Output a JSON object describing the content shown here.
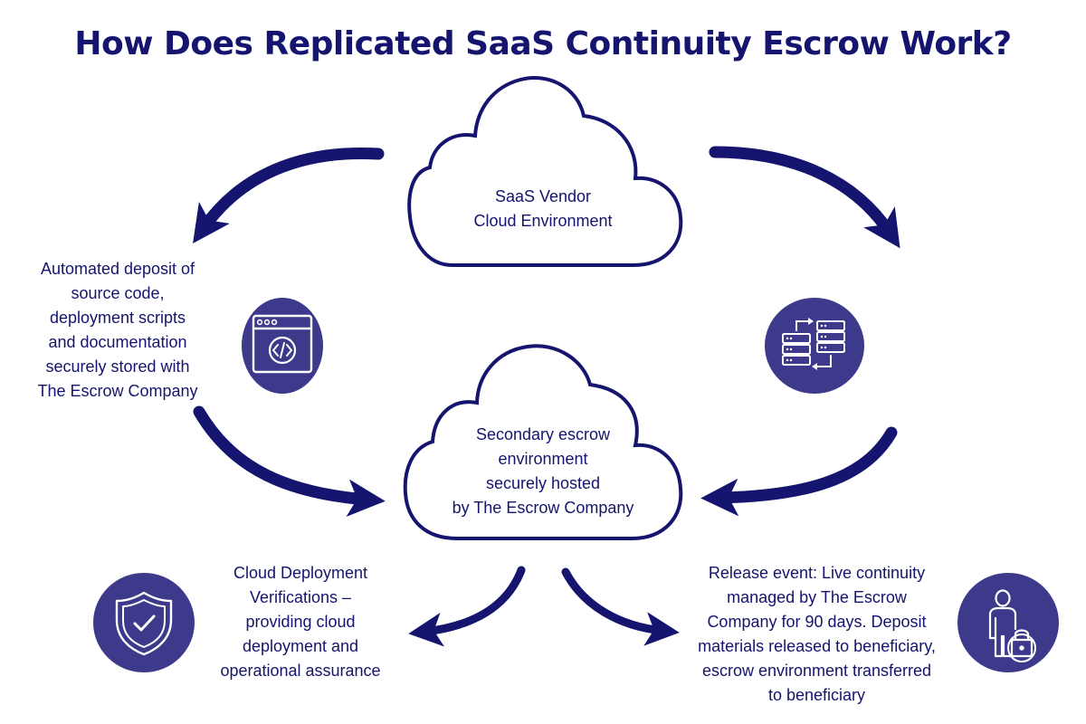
{
  "title": "How Does Replicated SaaS Continuity Escrow Work?",
  "clouds": {
    "top_label": "SaaS Vendor\nCloud Environment",
    "bottom_label": "Secondary escrow\nenvironment\nsecurely hosted\nby The Escrow Company"
  },
  "steps": {
    "automated_deposit": "Automated deposit of\nsource code,\ndeployment scripts\nand documentation\nsecurely stored with\nThe Escrow Company",
    "verifications": "Cloud  Deployment\nVerifications –\nproviding cloud\ndeployment and\noperational assurance",
    "release_event": "Release event: Live continuity\nmanaged by The Escrow\nCompany for 90 days. Deposit\nmaterials released to beneficiary,\nescrow environment transferred\nto beneficiary"
  },
  "icons": {
    "code_window": "code-window-icon",
    "server_sync": "server-sync-icon",
    "shield_check": "shield-check-icon",
    "person_lock": "person-lock-icon"
  },
  "colors": {
    "navy": "#15146e",
    "icon_bg": "#3d3a8c",
    "white": "#ffffff"
  }
}
